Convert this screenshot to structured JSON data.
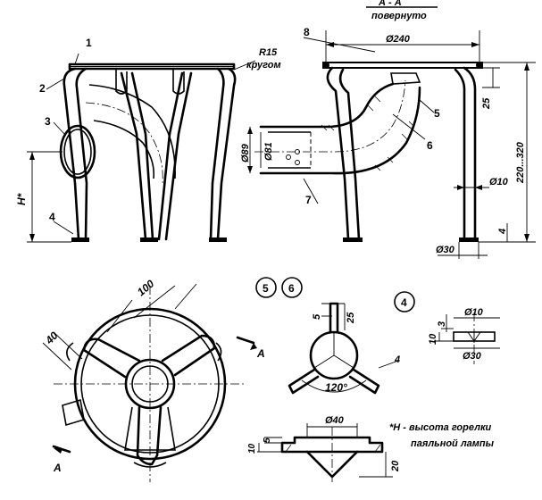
{
  "callouts": {
    "part_1": "1",
    "part_2": "2",
    "part_3": "3",
    "part_4": "4",
    "part_5": "5",
    "part_6": "6",
    "part_7": "7",
    "part_8": "8",
    "circle_5": "5",
    "circle_6": "6",
    "circle_4": "4"
  },
  "front_view": {
    "radius_label": "R15",
    "radius_note": "кругом",
    "height_label": "H*"
  },
  "section_view": {
    "section_title": "А - А",
    "section_note": "повернуто",
    "dia_240": "Ø240",
    "dia_89": "Ø89",
    "dia_81": "Ø81",
    "dia_10": "Ø10",
    "dia_30": "Ø30",
    "dim_25": "25",
    "dim_220_320": "220...320",
    "dim_4": "4"
  },
  "plan_view": {
    "dim_100": "100",
    "dim_40": "40",
    "section_marker_top": "А",
    "section_marker_bottom": "А"
  },
  "detail_56": {
    "dim_5": "5",
    "dim_25": "25",
    "dim_4": "4",
    "angle_120": "120°"
  },
  "detail_4": {
    "dim_3": "3",
    "dim_10": "10",
    "dia_10": "Ø10",
    "dia_30": "Ø30"
  },
  "detail_ring": {
    "dia_40": "Ø40",
    "dim_5": "5",
    "dim_10": "10",
    "dim_20": "20"
  },
  "footnote": {
    "line1": "*Н - высота горелки",
    "line2": "паяльной лампы"
  }
}
